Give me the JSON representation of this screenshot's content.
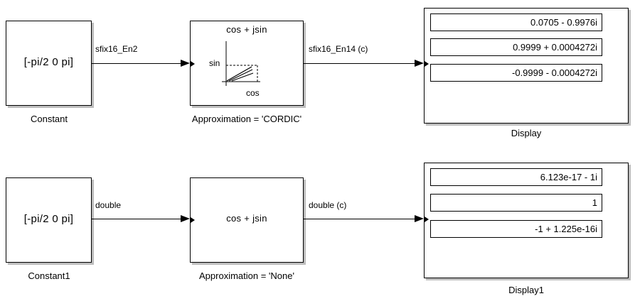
{
  "rows": [
    {
      "constant": {
        "value": "[-pi/2 0 pi]",
        "caption": "Constant"
      },
      "signal_in": "sfix16_En2",
      "approx": {
        "title": "cos + jsin",
        "sin_label": "sin",
        "cos_label": "cos",
        "caption": "Approximation = 'CORDIC'"
      },
      "signal_out": "sfix16_En14 (c)",
      "display": {
        "values": [
          "0.0705 - 0.9976i",
          "0.9999 + 0.0004272i",
          "-0.9999 - 0.0004272i"
        ],
        "caption": "Display"
      }
    },
    {
      "constant": {
        "value": "[-pi/2 0 pi]",
        "caption": "Constant1"
      },
      "signal_in": "double",
      "approx": {
        "title": "cos + jsin",
        "caption": "Approximation = 'None'"
      },
      "signal_out": "double (c)",
      "display": {
        "values": [
          "6.123e-17 - 1i",
          "1",
          "-1 + 1.225e-16i"
        ],
        "caption": "Display1"
      }
    }
  ]
}
